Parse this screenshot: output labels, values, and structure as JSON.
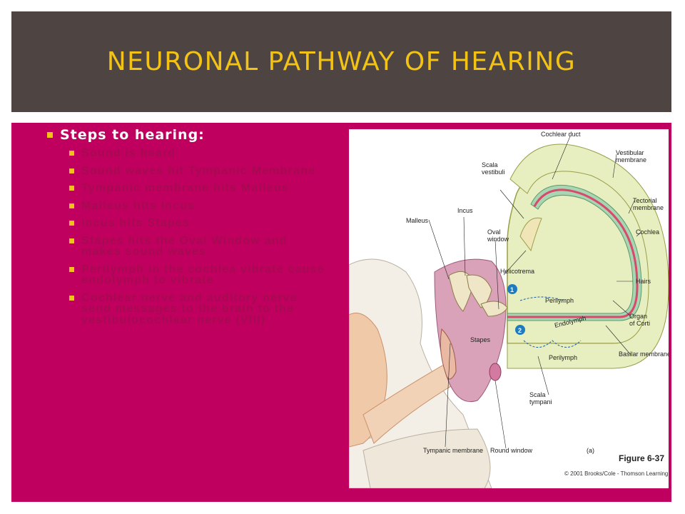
{
  "slide": {
    "title": "NEURONAL PATHWAY OF HEARING",
    "heading": "Steps to hearing:",
    "steps": [
      "Sound is heard",
      "Sound waves hit Tympanic Membrane",
      "Tympanic membrane hits Malleus",
      "Malleus hits Incus",
      "Incus hits Stapes",
      "Stapes hits the Oval Window and makes sound waves",
      "Perilymph in the cochlea vibrate cause endolymph to vibrate",
      "Cochlear nerve and auditory nerve send messages to the brain to the vestibulocochlear nerve (VIII)"
    ],
    "colors": {
      "title_bar": "#4e4543",
      "title_text": "#f2c314",
      "content_bg": "#c0005e",
      "marker": "#f2c314"
    }
  },
  "figure": {
    "labels": {
      "cochlear_duct": "Cochlear duct",
      "scala_vestibuli": "Scala vestibuli",
      "vestibular_membrane": "Vestibular membrane",
      "tectorial_membrane": "Tectorial membrane",
      "cochlea": "Cochlea",
      "hairs": "Hairs",
      "organ_of_corti": "Organ of Corti",
      "basilar_membrane": "Basilar membrane",
      "scala_tympani": "Scala tympani",
      "malleus": "Malleus",
      "incus": "Incus",
      "oval_window": "Oval window",
      "helicotrema": "Helicotrema",
      "perilymph_top": "Perilymph",
      "endolymph": "Endolymph",
      "perilymph_bottom": "Perilymph",
      "stapes": "Stapes",
      "tympanic_membrane": "Tympanic membrane",
      "round_window": "Round window",
      "marker_1": "1",
      "marker_2": "2"
    },
    "panel_label": "(a)",
    "figure_number": "Figure 6-37",
    "copyright": "© 2001 Brooks/Cole - Thomson Learning"
  }
}
